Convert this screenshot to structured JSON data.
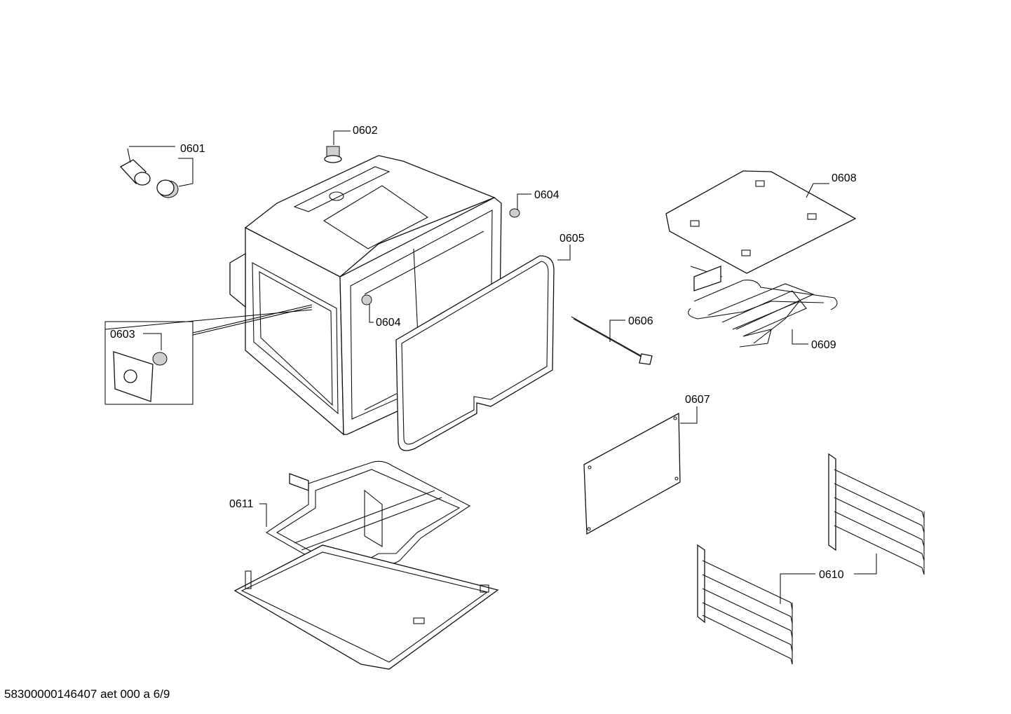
{
  "labels": {
    "p0601": "0601",
    "p0602": "0602",
    "p0603": "0603",
    "p0604a": "0604",
    "p0604b": "0604",
    "p0605": "0605",
    "p0606": "0606",
    "p0607": "0607",
    "p0608": "0608",
    "p0609": "0609",
    "p0610": "0610",
    "p0611": "0611"
  },
  "footer": {
    "doc_id": "58300000146407 aet 000 a 6/9"
  }
}
